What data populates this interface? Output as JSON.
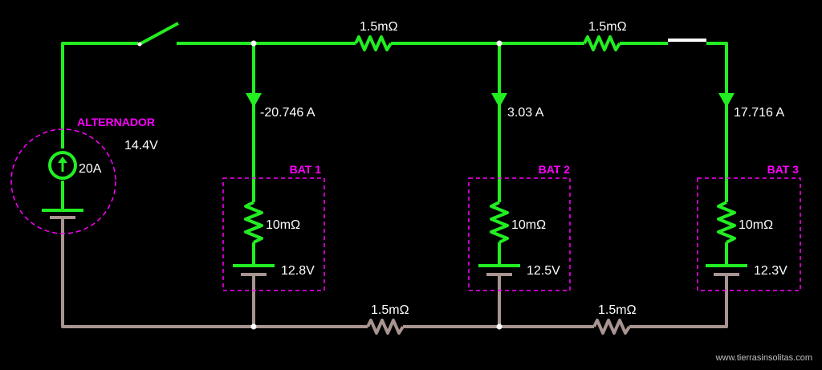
{
  "colors": {
    "wire_positive": "#22ee22",
    "wire_negative": "#a89490",
    "component_box": "#ff00ff",
    "label_text": "#ffffff",
    "background": "#000000"
  },
  "alternator": {
    "name": "ALTERNADOR",
    "voltage": "14.4V",
    "current": "20A"
  },
  "top_wire": {
    "resistor_1": "1.5mΩ",
    "resistor_2": "1.5mΩ"
  },
  "bottom_wire": {
    "resistor_1": "1.5mΩ",
    "resistor_2": "1.5mΩ"
  },
  "batteries": [
    {
      "name": "BAT 1",
      "current": "-20.746 A",
      "resistance": "10mΩ",
      "voltage": "12.8V"
    },
    {
      "name": "BAT 2",
      "current": "3.03 A",
      "resistance": "10mΩ",
      "voltage": "12.5V"
    },
    {
      "name": "BAT 3",
      "current": "17.716 A",
      "resistance": "10mΩ",
      "voltage": "12.3V"
    }
  ],
  "watermark": "www.tierrasinsolitas.com"
}
